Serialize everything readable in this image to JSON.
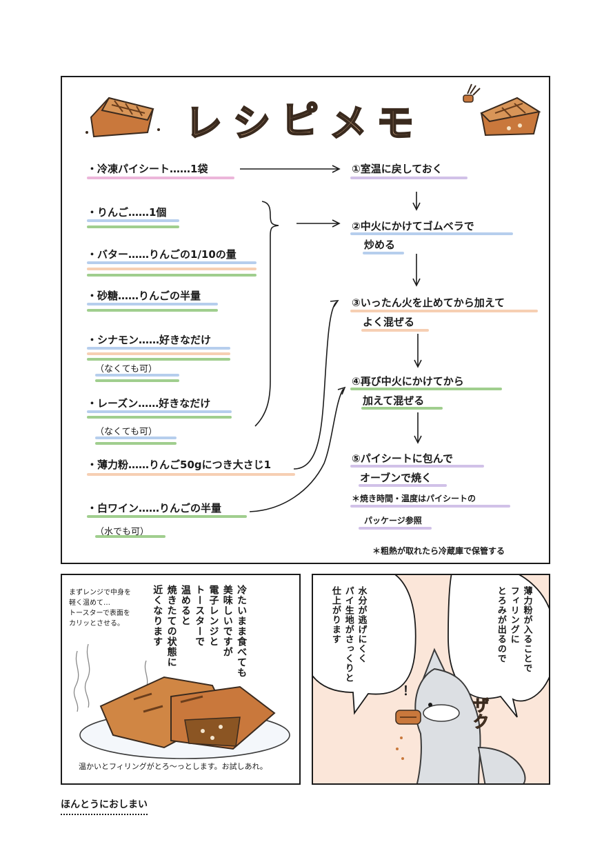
{
  "title": {
    "chars": [
      "レ",
      "シ",
      "ピ",
      "メ",
      "モ"
    ]
  },
  "ingredients": [
    {
      "label": "・冷凍パイシート……1袋",
      "sub": ""
    },
    {
      "label": "・りんご……1個",
      "sub": ""
    },
    {
      "label": "・バター……りんごの1/10の量",
      "sub": ""
    },
    {
      "label": "・砂糖……りんごの半量",
      "sub": ""
    },
    {
      "label": "・シナモン……好きなだけ",
      "sub": "（なくても可）"
    },
    {
      "label": "・レーズン……好きなだけ",
      "sub": "（なくても可）"
    },
    {
      "label": "・薄力粉……りんご50gにつき大さじ1",
      "sub": ""
    },
    {
      "label": "・白ワイン……りんごの半量",
      "sub": "（水でも可）"
    }
  ],
  "steps": [
    {
      "line1": "①室温に戻しておく",
      "line2": ""
    },
    {
      "line1": "②中火にかけてゴムベラで",
      "line2": "炒める"
    },
    {
      "line1": "③いったん火を止めてから加えて",
      "line2": "よく混ぜる"
    },
    {
      "line1": "④再び中火にかけてから",
      "line2": "加えて混ぜる"
    },
    {
      "line1": "⑤パイシートに包んで",
      "line2": "オーブンで焼く"
    }
  ],
  "step_note": {
    "line1": "＊焼き時間・温度はパイシートの",
    "line2": "パッケージ参照"
  },
  "footer_note": "＊粗熱が取れたら冷蔵庫で保管する",
  "panel2": {
    "vertical_lines": [
      "冷たいまま食べても",
      "美味しいですが",
      "電子レンジと",
      "トースターで",
      "温めると",
      "焼きたての状態に",
      "近くなります"
    ],
    "hand_note": [
      "まずレンジで中身を",
      "軽く温めて…",
      "トースターで表面を",
      "カリッとさせる。"
    ],
    "caption": "温かいとフィリングがとろ〜っとします。お試しあれ。"
  },
  "panel3": {
    "bubble1": [
      "薄力粉が入ることで",
      "フィリングに",
      "とろみが出るので"
    ],
    "bubble2": [
      "水分が逃げにくく",
      "パイ生地がさっくりと",
      "仕上がります"
    ],
    "sfx": "ザク",
    "exclaim": "！"
  },
  "ending": "ほんとうにおしまい",
  "colors": {
    "pink": "#e9a9d3",
    "blue": "#a9c6ea",
    "green": "#8fc57a",
    "peach": "#f4c7a6",
    "lavender": "#c9b6e4",
    "pie": "#c9783c",
    "title_fill": "#f6c79c",
    "panel3_bg": "#fbe6d9"
  }
}
